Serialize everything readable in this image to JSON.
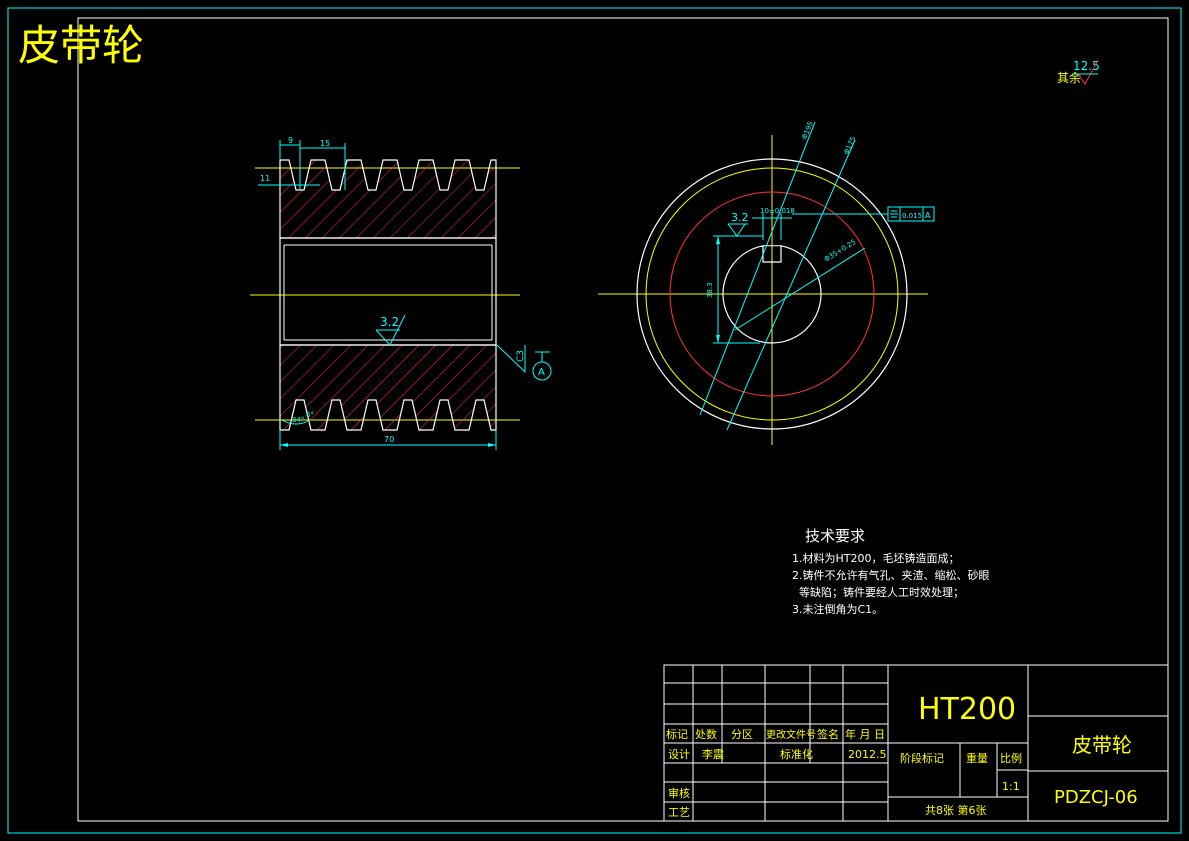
{
  "title": "皮带轮",
  "roughness_other": {
    "value": "12.5",
    "label": "其余"
  },
  "left_view": {
    "dims": {
      "groove_pitch_a": "9",
      "groove_pitch_b": "15",
      "groove_depth": "11",
      "length": "70",
      "angle": "34°",
      "angle_small": "6°",
      "chamfer": "C3"
    },
    "roughness": "3.2",
    "datum": "A"
  },
  "right_view": {
    "roughness": "3.2",
    "keyway_width": "10±0.018",
    "keyway_depth": "38.3",
    "bore": "Φ35+0.25",
    "od_a": "Φ195",
    "od_b": "Φ175",
    "tolerance_value": "0.015",
    "tolerance_datum": "A"
  },
  "tech_req": {
    "heading": "技术要求",
    "lines": [
      "1.材料为HT200，毛坯铸造面成；",
      "2.铸件不允许有气孔、夹渣、缩松、砂眼",
      "  等缺陷；铸件要经人工时效处理；",
      "3.未注倒角为C1。"
    ]
  },
  "title_block": {
    "material": "HT200",
    "part_name": "皮带轮",
    "drawing_no": "PDZCJ-06",
    "headers": [
      "标记",
      "处数",
      "分区",
      "更改文件号",
      "签名",
      "年 月 日"
    ],
    "design_label": "设计",
    "designer": "李震",
    "standard_label": "标准化",
    "date": "2012.5",
    "stage_label": "阶段标记",
    "weight_label": "重量",
    "scale_label": "比例",
    "scale": "1:1",
    "review_label": "审核",
    "process_label": "工艺",
    "sheets": "共8张 第6张"
  }
}
